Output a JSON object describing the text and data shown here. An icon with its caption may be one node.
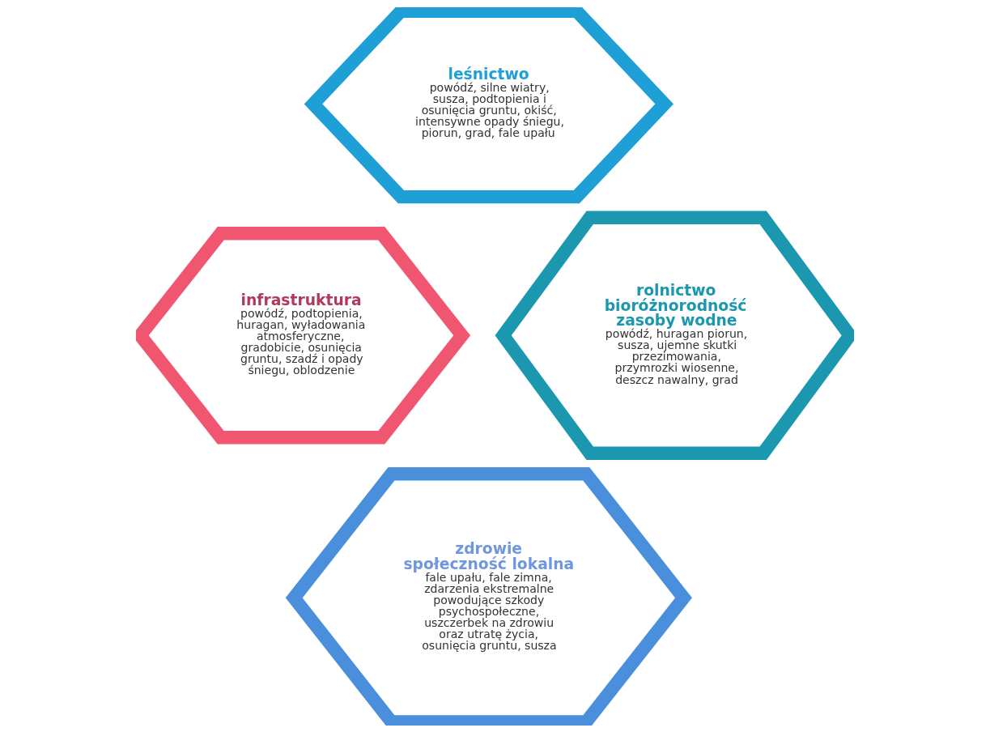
{
  "diagram": {
    "nodes": [
      {
        "text": [
          "leśnictwo",
          "powódź, silne wiatry, susza, podtopienia i osunięcia gruntu, okiść, intensywne opady śniegu, piorun, grad, fale upału"
        ]
      },
      {
        "text": [
          "infrastruktura",
          "powódź, podtopienia, huragan, wyładowania atmosferyczne, gradobicie, osunięcia gruntu, szadź i opady śniegu, oblodzenie"
        ]
      },
      {
        "text": [
          "rolnictwo",
          "bioróżnorodność",
          "zasoby wodne",
          "powódź, huragan piorun, susza, ujemne skutki przezimowania, przymrozki wiosenne, deszcz nawalny, grad"
        ]
      },
      {
        "text": [
          "zdrowie",
          "społeczność lokalna",
          "fale upału, fale zimna, zdarzenia ekstremalne powodujące szkody psychospołeczne, uszczerbek na zdrowiu oraz utratę życia, osunięcia gruntu, susza"
        ]
      }
    ],
    "edges": []
  }
}
